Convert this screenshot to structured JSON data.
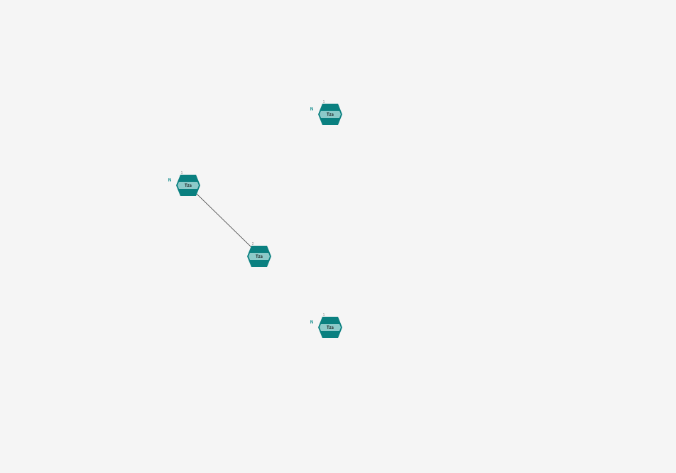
{
  "colors": {
    "background": "#f5f5f5",
    "hex_outer": "#0a8080",
    "hex_band": "#8ccac9",
    "edge": "#333333",
    "terminal_text": "#0d8a8a"
  },
  "nodes": [
    {
      "id": "n1",
      "label": "Tzs",
      "index": "1",
      "terminal": "N"
    },
    {
      "id": "n2",
      "label": "Tzs",
      "index": "1",
      "terminal": "N"
    },
    {
      "id": "n3",
      "label": "Tzs",
      "index": "2",
      "terminal": ""
    },
    {
      "id": "n4",
      "label": "Tzs",
      "index": "1",
      "terminal": "N"
    }
  ],
  "edges": [
    {
      "from": "n2",
      "to": "n3"
    }
  ]
}
